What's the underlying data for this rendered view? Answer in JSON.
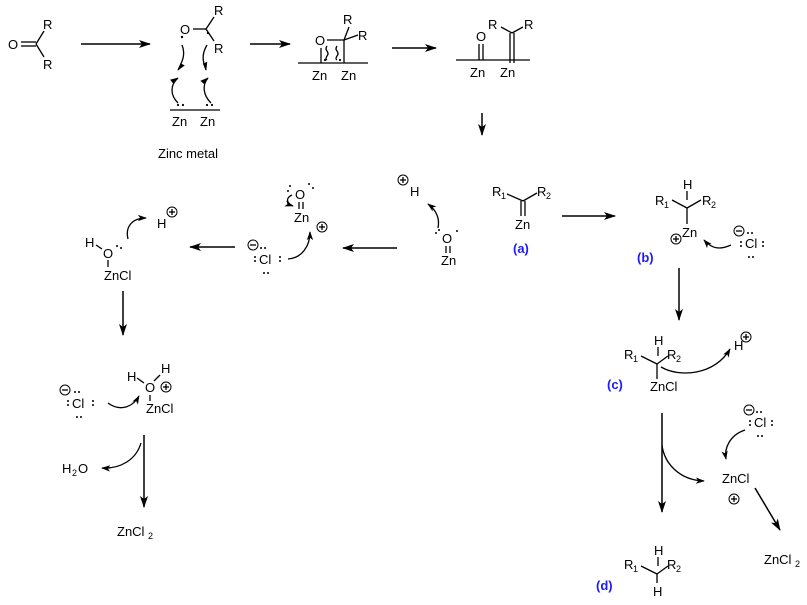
{
  "title": "Clemmensen reduction mechanism (zinc carbenoid pathway)",
  "atoms": {
    "O": "O",
    "R": "R",
    "Zn": "Zn",
    "H": "H",
    "Cl": "Cl",
    "ZnCl": "ZnCl",
    "R1": "R",
    "R2": "R",
    "sub1": "1",
    "sub2": "2",
    "H2O_main": "H",
    "H2O_sub": "2",
    "H2O_end": "O",
    "ZnCl2_main": "ZnCl",
    "ZnCl2_sub": "2"
  },
  "captions": {
    "zinc_metal": "Zinc metal"
  },
  "labels": {
    "a": "(a)",
    "b": "(b)",
    "c": "(c)",
    "d": "(d)"
  },
  "charges": {
    "plus": "+",
    "minus": "−"
  },
  "colors": {
    "label_blue": "#1a1aff",
    "ink": "#000000"
  },
  "steps": [
    {
      "from": "ketone",
      "to": "zinc-surface-radical-complex"
    },
    {
      "from": "zinc-surface-radical-complex",
      "to": "oxazincetane-on-zinc"
    },
    {
      "from": "oxazincetane-on-zinc",
      "to": "zinc-oxide-zinc-carbenoid"
    },
    {
      "from": "zinc-oxide-zinc-carbenoid",
      "to": "carbenoid-a"
    },
    {
      "from": "carbenoid-a",
      "to": "intermediate-b"
    },
    {
      "from": "intermediate-b",
      "to": "intermediate-c"
    },
    {
      "from": "intermediate-c",
      "to": "product-d"
    },
    {
      "from": "zinc-oxide-protonation",
      "to": "ZnO-cation"
    },
    {
      "from": "ZnO-cation",
      "to": "HO-ZnCl"
    },
    {
      "from": "HO-ZnCl",
      "to": "H2O-ZnCl-cation"
    },
    {
      "from": "H2O-ZnCl-cation",
      "to": "H2O + ZnCl2"
    }
  ]
}
